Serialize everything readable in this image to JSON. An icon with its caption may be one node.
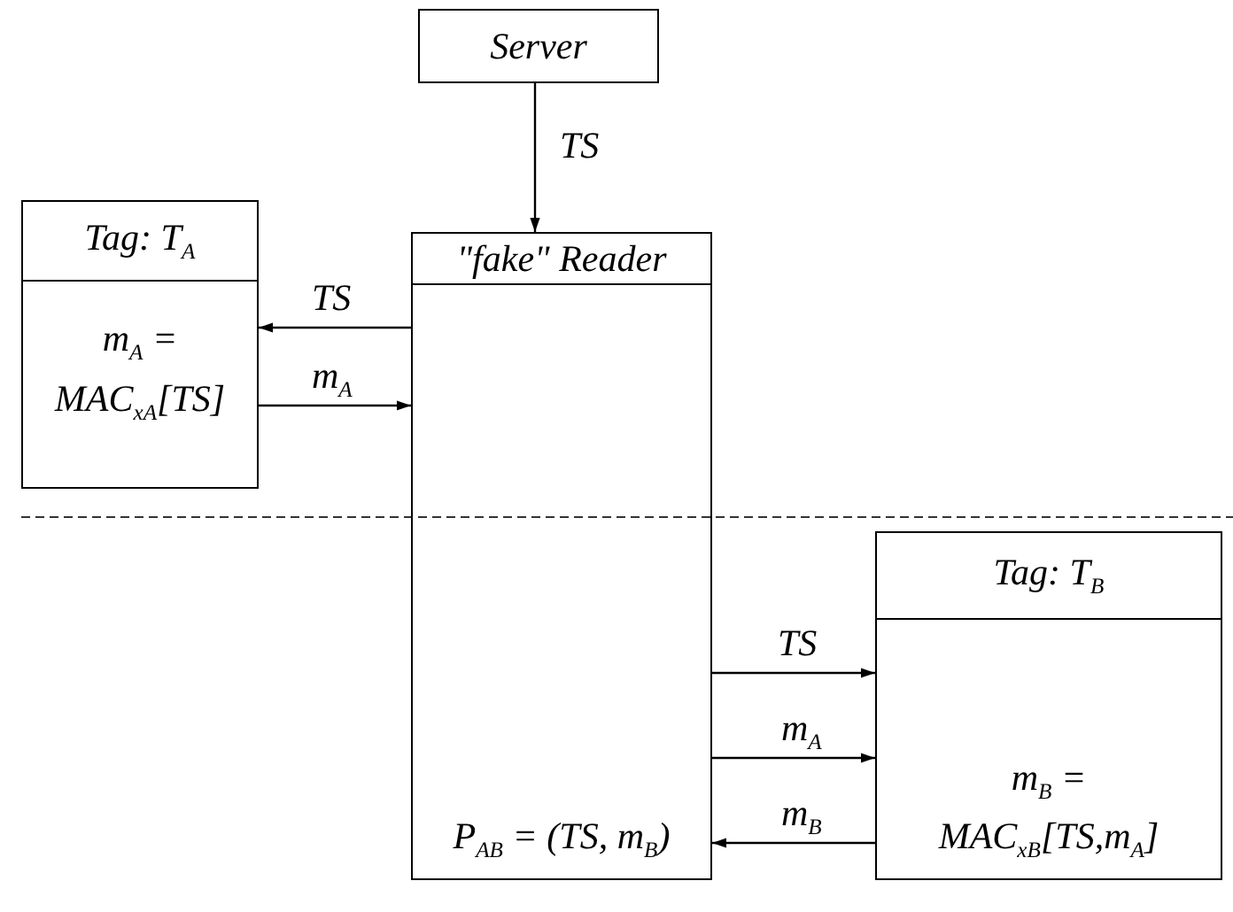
{
  "diagram": {
    "nodes": [
      {
        "text": [
          "Server"
        ]
      },
      {
        "text": [
          "\"fake\" Reader",
          "P$_{AB}$ = (TS, m$_{B}$)"
        ]
      },
      {
        "text": [
          "Tag: T$_{A}$",
          "m$_{A}$ = MAC$_{xA}$[TS]"
        ]
      },
      {
        "text": [
          "Tag: T$_{B}$",
          "m$_{B}$ = MAC$_{xB}$[TS,m$_{A}$]"
        ]
      }
    ],
    "edges": [
      {
        "from": 0,
        "to": 1,
        "arrow": "to",
        "label": "TS"
      },
      {
        "from": 1,
        "to": 2,
        "arrow": "to",
        "label": "TS"
      },
      {
        "from": 2,
        "to": 1,
        "arrow": "to",
        "label": "m$_{A}$"
      },
      {
        "from": 1,
        "to": 3,
        "arrow": "to",
        "label": "TS"
      },
      {
        "from": 1,
        "to": 3,
        "arrow": "to",
        "label": "m$_{A}$"
      },
      {
        "from": 3,
        "to": 1,
        "arrow": "to",
        "label": "m$_{B}$"
      }
    ]
  }
}
